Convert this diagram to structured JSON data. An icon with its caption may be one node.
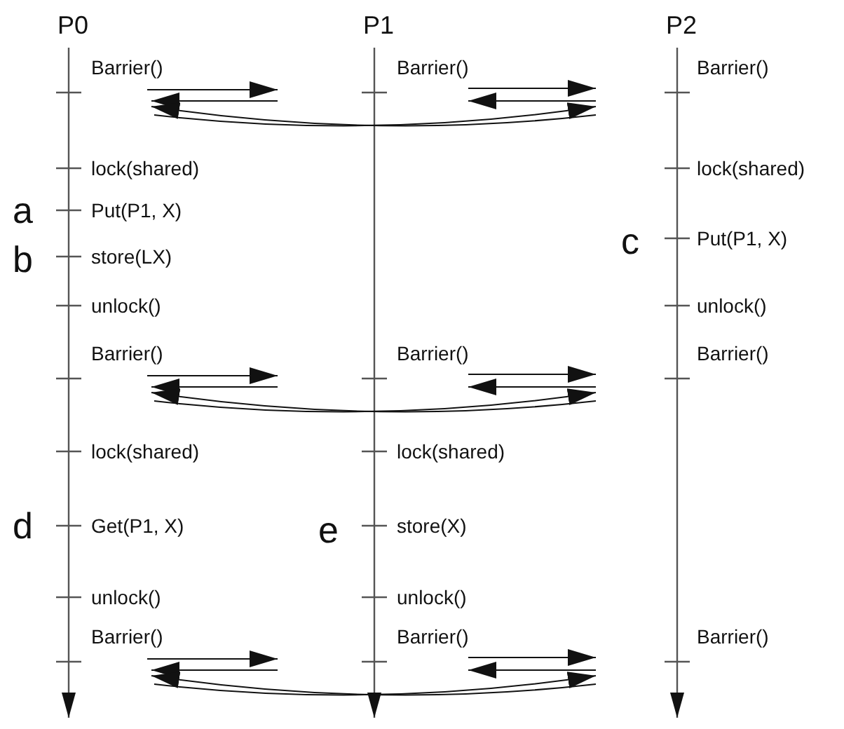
{
  "diagram": {
    "labels": [
      "P0",
      "P1",
      "P2",
      "Barrier()",
      "Barrier()",
      "Barrier()",
      "lock(shared)",
      "lock(shared)",
      "a",
      "Put(P1, X)",
      "c",
      "Put(P1, X)",
      "b",
      "store(LX)",
      "unlock()",
      "unlock()",
      "Barrier()",
      "Barrier()",
      "Barrier()",
      "lock(shared)",
      "lock(shared)",
      "d",
      "Get(P1, X)",
      "e",
      "store(X)",
      "unlock()",
      "unlock()",
      "Barrier()",
      "Barrier()",
      "Barrier()"
    ]
  }
}
